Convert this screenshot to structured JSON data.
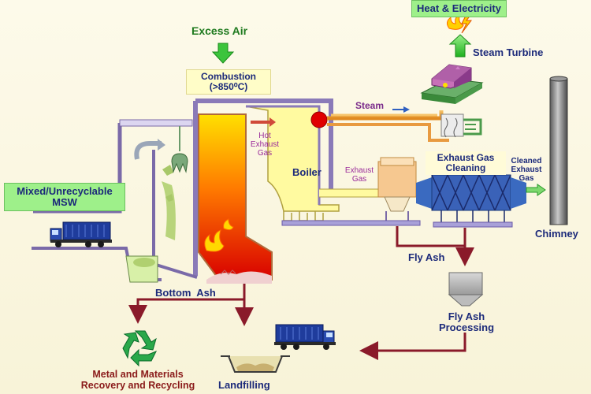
{
  "labels": {
    "heat_electricity": "Heat & Electricity",
    "excess_air": "Excess Air",
    "steam_turbine": "Steam Turbine",
    "combustion_line1": "Combustion",
    "combustion_line2": "(>850⁰C)",
    "steam": "Steam",
    "hot_exhaust_gas_1": "Hot",
    "hot_exhaust_gas_2": "Exhaust",
    "hot_exhaust_gas_3": "Gas",
    "boiler": "Boiler",
    "exhaust_gas_1": "Exhaust",
    "exhaust_gas_2": "Gas",
    "exhaust_gas_cleaning_1": "Exhaust Gas",
    "exhaust_gas_cleaning_2": "Cleaning",
    "cleaned_exhaust_gas_1": "Cleaned",
    "cleaned_exhaust_gas_2": "Exhaust",
    "cleaned_exhaust_gas_3": "Gas",
    "chimney": "Chimney",
    "mixed_msw_1": "Mixed/Unrecyclable",
    "mixed_msw_2": "MSW",
    "fly_ash": "Fly Ash",
    "fly_ash_processing_1": "Fly Ash",
    "fly_ash_processing_2": "Processing",
    "bottom_ash": "Bottom  Ash",
    "metal_recovery_1": "Metal and Materials",
    "metal_recovery_2": "Recovery and Recycling",
    "landfilling": "Landfilling"
  },
  "colors": {
    "background": "#fbf7e3",
    "flow_arrow": "#8a1a2a",
    "steam_pipe": "#f0a040",
    "wall": "#8a7ab8",
    "air_arrow": "#3cc43c",
    "truck_blue": "#1f3c9c"
  },
  "icons": [
    "recycle-icon",
    "flame-icon",
    "lightning-icon",
    "crane-grab-icon",
    "truck-icon"
  ]
}
